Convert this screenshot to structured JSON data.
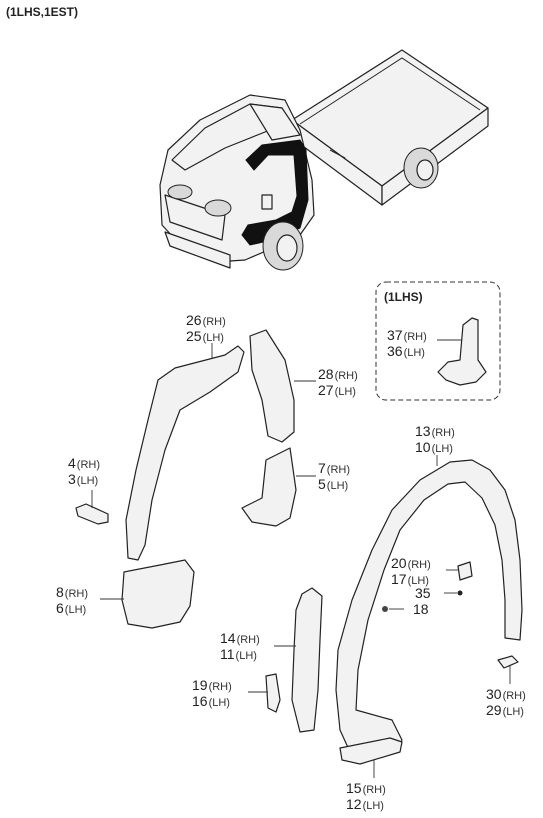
{
  "header": {
    "variant_code": "(1LHS,1EST)"
  },
  "inset": {
    "title": "(1LHS)"
  },
  "callouts": [
    {
      "id": "c-26-25",
      "top": {
        "num": "26",
        "side": "(RH)"
      },
      "bottom": {
        "num": "25",
        "side": "(LH)"
      }
    },
    {
      "id": "c-28-27",
      "top": {
        "num": "28",
        "side": "(RH)"
      },
      "bottom": {
        "num": "27",
        "side": "(LH)"
      }
    },
    {
      "id": "c-37-36",
      "top": {
        "num": "37",
        "side": "(RH)"
      },
      "bottom": {
        "num": "36",
        "side": "(LH)"
      }
    },
    {
      "id": "c-4-3",
      "top": {
        "num": "4",
        "side": "(RH)"
      },
      "bottom": {
        "num": "3",
        "side": "(LH)"
      }
    },
    {
      "id": "c-7-5",
      "top": {
        "num": "7",
        "side": "(RH)"
      },
      "bottom": {
        "num": "5",
        "side": "(LH)"
      }
    },
    {
      "id": "c-13-10",
      "top": {
        "num": "13",
        "side": "(RH)"
      },
      "bottom": {
        "num": "10",
        "side": "(LH)"
      }
    },
    {
      "id": "c-8-6",
      "top": {
        "num": "8",
        "side": "(RH)"
      },
      "bottom": {
        "num": "6",
        "side": "(LH)"
      }
    },
    {
      "id": "c-20-17",
      "top": {
        "num": "20",
        "side": "(RH)"
      },
      "bottom": {
        "num": "17",
        "side": "(LH)"
      }
    },
    {
      "id": "c-14-11",
      "top": {
        "num": "14",
        "side": "(RH)"
      },
      "bottom": {
        "num": "11",
        "side": "(LH)"
      }
    },
    {
      "id": "c-19-16",
      "top": {
        "num": "19",
        "side": "(RH)"
      },
      "bottom": {
        "num": "16",
        "side": "(LH)"
      }
    },
    {
      "id": "c-30-29",
      "top": {
        "num": "30",
        "side": "(RH)"
      },
      "bottom": {
        "num": "29",
        "side": "(LH)"
      }
    },
    {
      "id": "c-15-12",
      "top": {
        "num": "15",
        "side": "(RH)"
      },
      "bottom": {
        "num": "12",
        "side": "(LH)"
      }
    }
  ],
  "single_labels": {
    "p35": "35",
    "p18": "18"
  }
}
